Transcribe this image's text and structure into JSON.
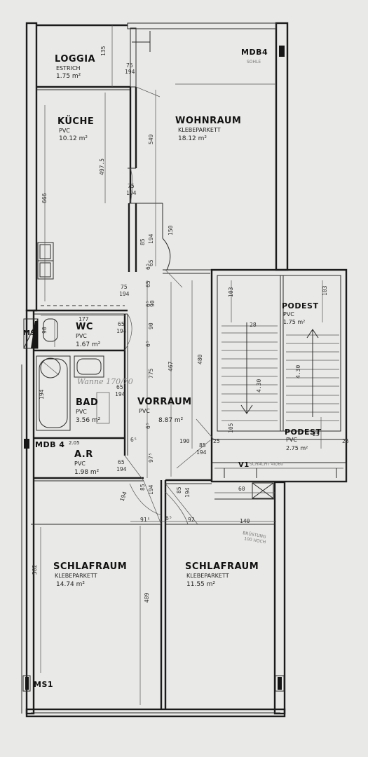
{
  "rooms": {
    "loggia": {
      "name": "LOGGIA",
      "floor": "ESTRICH",
      "area": "1.75 m²"
    },
    "kueche": {
      "name": "KÜCHE",
      "floor": "PVC",
      "area": "10.12 m²"
    },
    "wohnraum": {
      "name": "WOHNRAUM",
      "floor": "KLEBEPARKETT",
      "area": "18.12 m²"
    },
    "podest1": {
      "name": "PODEST",
      "floor": "PVC",
      "area": "1.75 m²"
    },
    "wc": {
      "name": "WC",
      "floor": "PVC",
      "area": "1.67 m²"
    },
    "bad": {
      "name": "BAD",
      "floor": "PVC",
      "area": "3.56 m²"
    },
    "vorraum": {
      "name": "VORRAUM",
      "floor": "PVC",
      "area": "8.87 m²"
    },
    "podest2": {
      "name": "PODEST",
      "floor": "PVC",
      "area": "2.75 m²"
    },
    "ar": {
      "name": "A.R",
      "floor": "PVC",
      "area": "1.98 m²"
    },
    "schlaf1": {
      "name": "SCHLAFRAUM",
      "floor": "KLEBEPARKETT",
      "area": "14.74 m²"
    },
    "schlaf2": {
      "name": "SCHLAFRAUM",
      "floor": "KLEBEPARKETT",
      "area": "11.55 m²"
    }
  },
  "markers": {
    "mdb4_top": "MDB4",
    "sohle": "SOHLE",
    "ms_left": "MS",
    "mdb4_mid": "MDB 4",
    "mdb4_mid_h": "2.05",
    "ms1": "MS1",
    "v1": "V1",
    "v1_note": "SCHACHT 40/60",
    "right_note_1": "BRÜSTUNG",
    "right_note_2": "100 HOCH"
  },
  "handwritten": "Wanne 170/70",
  "dimensions": {
    "d135": "135",
    "d75a": "75",
    "d194a": "194",
    "d549": "549",
    "d497": "497.5",
    "d666": "666",
    "d75b": "75",
    "d194b": "194",
    "d85a": "85",
    "d194c": "194",
    "d150": "150",
    "d65a": "65",
    "d75c": "75",
    "d194d": "194",
    "d6a": "6⁵",
    "d65b": "65",
    "d6b": "6⁵",
    "d177": "177",
    "d90": "90",
    "d65c": "65",
    "d194e": "194",
    "d90b": "90",
    "d6c": "6⁵",
    "d103a": "103",
    "d103b": "103",
    "d28": "28",
    "d430a": "4.30",
    "d430b": "4.30",
    "d467": "467",
    "d480": "480",
    "d775": "775",
    "d65d": "65",
    "d194f": "194",
    "d6d": "6⁵",
    "d194g": "194",
    "d105": "105",
    "d190": "190",
    "d85b": "85",
    "d194h": "194",
    "d25a": "25",
    "d25b": "25",
    "d25c": "25",
    "d65e": "65",
    "d194i": "194",
    "d65f": "6⁵",
    "d97": "97⁵",
    "d85c": "85",
    "d194j": "194",
    "d85d": "85",
    "d194k": "194",
    "d91": "91⁵",
    "d6e": "6⁵",
    "d92": "92",
    "d140": "140",
    "d60": "60",
    "d489": "489",
    "d502": "502",
    "d194l": "194",
    "d90c": "90"
  }
}
